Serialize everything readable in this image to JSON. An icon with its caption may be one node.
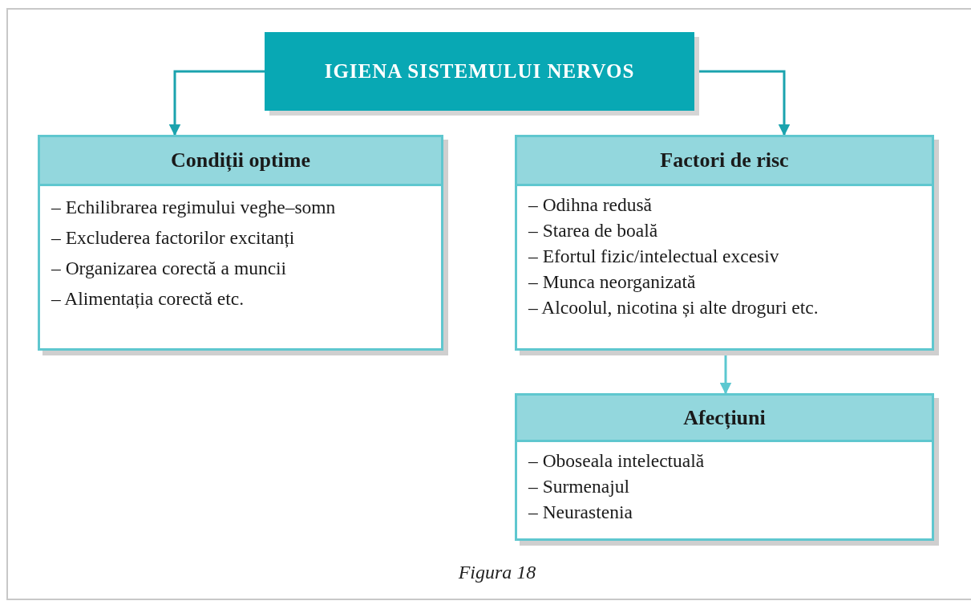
{
  "diagram": {
    "caption": "Figura 18",
    "nodes": [
      {
        "text": [
          "IGIENA SISTEMULUI NERVOS"
        ]
      },
      {
        "text": [
          "Condiții optime",
          "– Echilibrarea regimului veghe–somn",
          "– Excluderea factorilor excitanți",
          "– Organizarea corectă a muncii",
          "– Alimentația corectă etc."
        ]
      },
      {
        "text": [
          "Factori de risc",
          "– Odihna redusă",
          "– Starea de boală",
          "– Efortul fizic/intelectual excesiv",
          "– Munca neorganizată",
          "– Alcoolul, nicotina și alte droguri etc."
        ]
      },
      {
        "text": [
          "Afecțiuni",
          "– Oboseala intelectuală",
          "– Surmenajul",
          "– Neurastenia"
        ]
      }
    ],
    "edges": [
      {
        "from": 0,
        "to": 1,
        "arrow": "to"
      },
      {
        "from": 0,
        "to": 2,
        "arrow": "to"
      },
      {
        "from": 2,
        "to": 3,
        "arrow": "to",
        "color": "#5cc8d0"
      }
    ]
  }
}
